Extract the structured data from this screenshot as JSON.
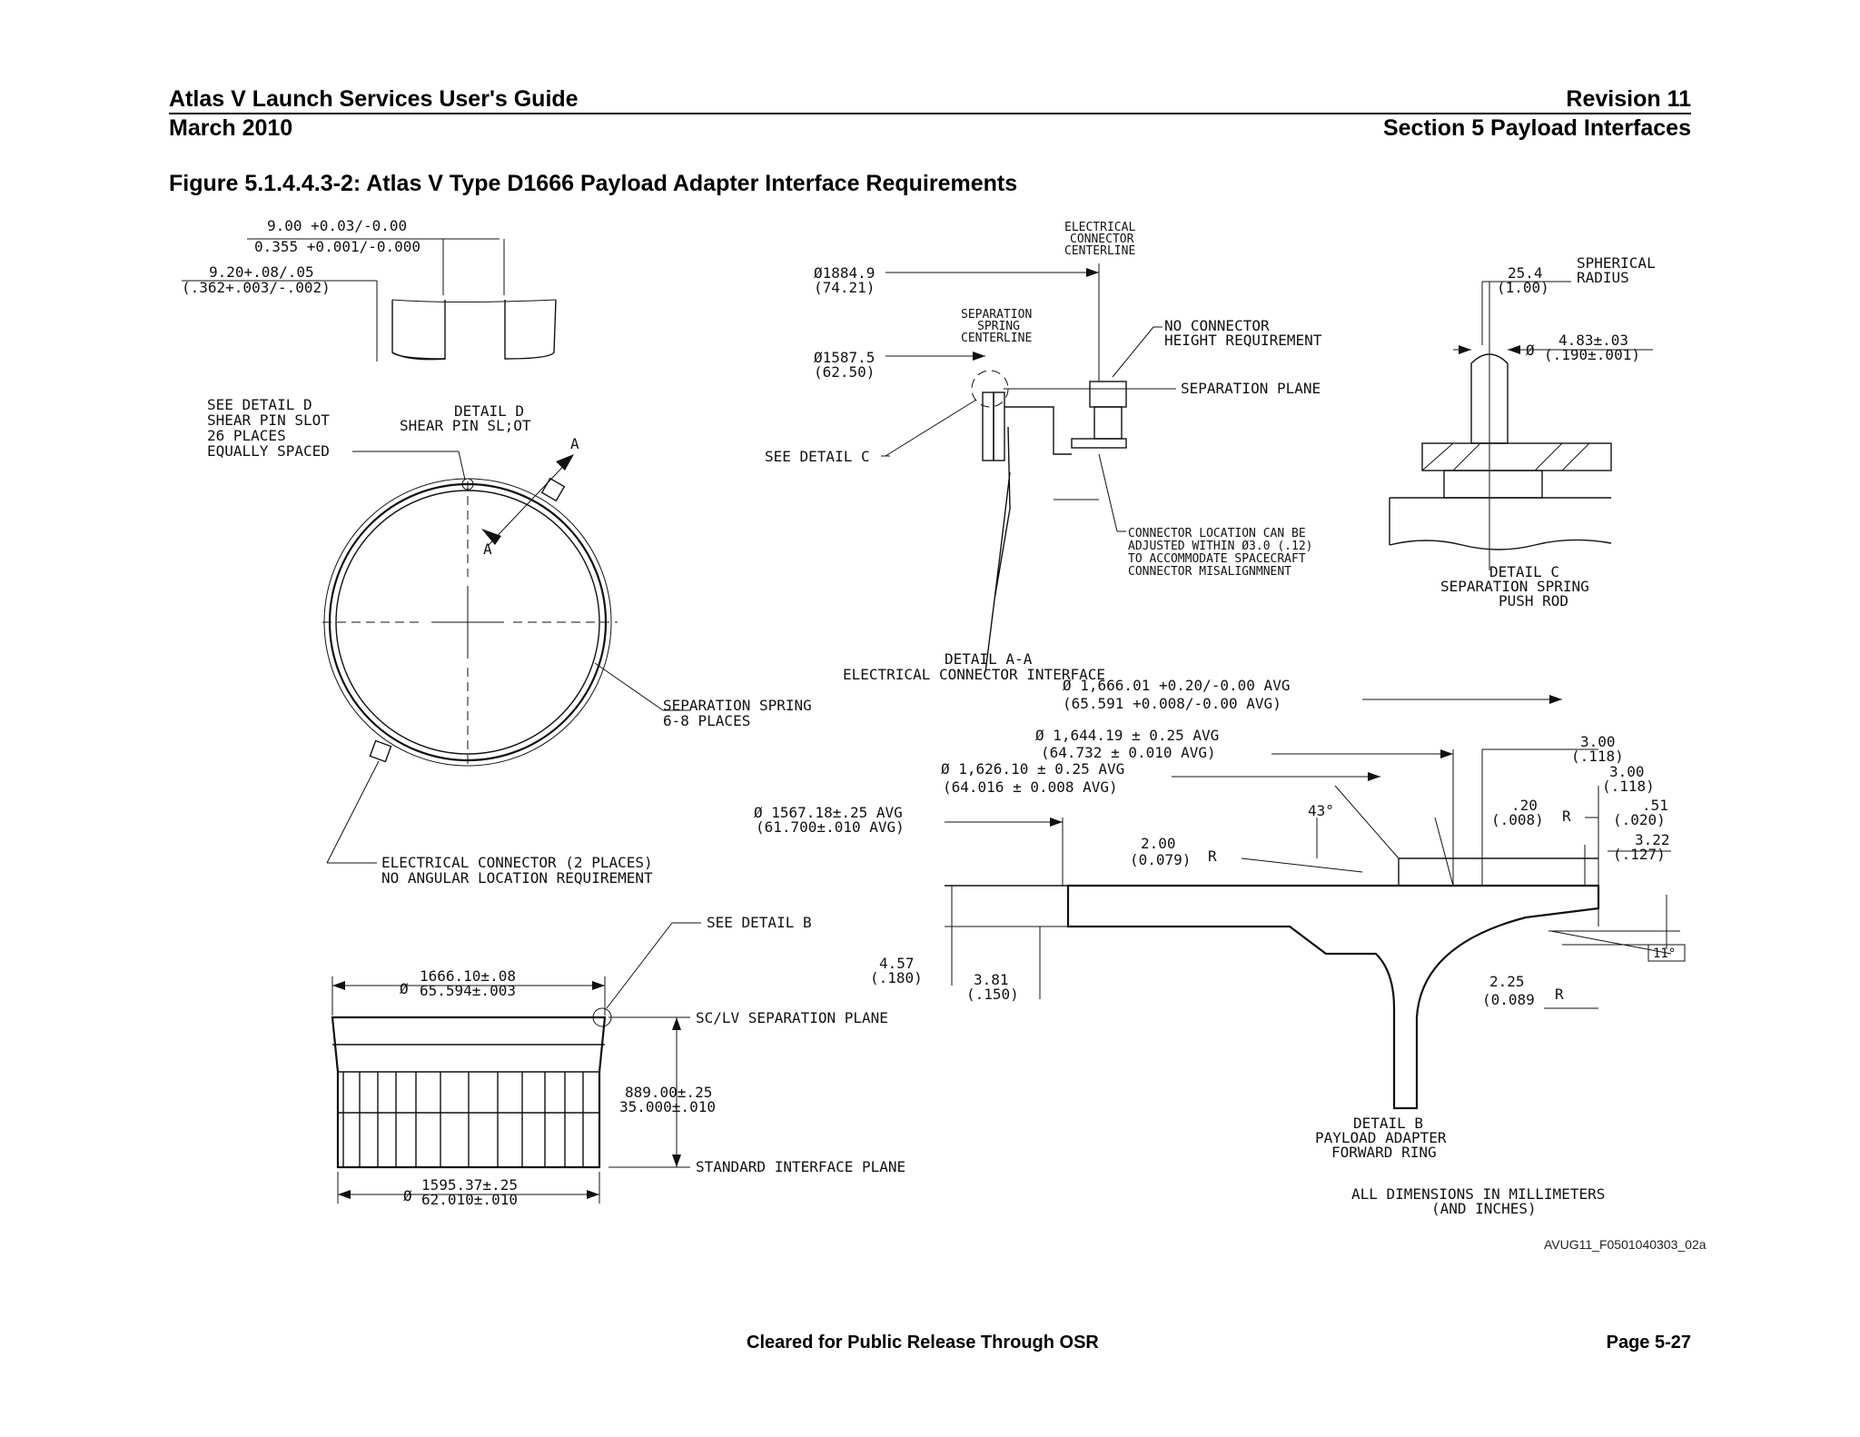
{
  "header": {
    "doc_title": "Atlas V Launch Services User's Guide",
    "revision": "Revision 11",
    "date": "March 2010",
    "section": "Section 5 Payload Interfaces"
  },
  "figure": {
    "caption": "Figure 5.1.4.4.3-2: Atlas V Type D1666 Payload Adapter Interface Requirements"
  },
  "detail_d": {
    "dim_width": "9.00 +0.03/-0.00",
    "dim_width_in": "0.355 +0.001/-0.000",
    "dim_depth": "9.20+.08/.05",
    "dim_depth_in": "(.362+.003/-.002)",
    "title": "DETAIL D",
    "subtitle": "SHEAR PIN SL;OT"
  },
  "plan_view": {
    "note_line1": "SEE DETAIL D",
    "note_line2": "SHEAR PIN SLOT",
    "note_line3": "26 PLACES",
    "note_line4": "EQUALLY SPACED",
    "section_a_top": "A",
    "section_a_bottom": "A",
    "spring_label1": "SEPARATION SPRING",
    "spring_label2": "6-8 PLACES",
    "connector_label1": "ELECTRICAL CONNECTOR (2 PLACES)",
    "connector_label2": "NO ANGULAR LOCATION REQUIREMENT"
  },
  "detail_aa": {
    "elec_cl1": "ELECTRICAL",
    "elec_cl2": "CONNECTOR",
    "elec_cl3": "CENTERLINE",
    "dia_outer": "Ø1884.9",
    "dia_outer_in": "(74.21)",
    "sep_spring_cl1": "SEPARATION",
    "sep_spring_cl2": "SPRING",
    "sep_spring_cl3": "CENTERLINE",
    "dia_inner": "Ø1587.5",
    "dia_inner_in": "(62.50)",
    "no_conn1": "NO CONNECTOR",
    "no_conn2": "HEIGHT REQUIREMENT",
    "sep_plane": "SEPARATION PLANE",
    "see_detail_c": "SEE DETAIL C",
    "conn_note1": "CONNECTOR LOCATION CAN BE",
    "conn_note2": "ADJUSTED WITHIN Ø3.0 (.12)",
    "conn_note3": "TO ACCOMMODATE SPACECRAFT",
    "conn_note4": "CONNECTOR MISALIGNMNENT",
    "title": "DETAIL A-A",
    "subtitle": "ELECTRICAL CONNECTOR INTERFACE"
  },
  "detail_c": {
    "radius": "25.4",
    "radius_in": "(1.00)",
    "radius_label1": "SPHERICAL",
    "radius_label2": "RADIUS",
    "dia_sym": "Ø",
    "dia": "4.83±.03",
    "dia_in": "(.190±.001)",
    "title": "DETAIL C",
    "subtitle1": "SEPARATION SPRING",
    "subtitle2": "PUSH ROD"
  },
  "detail_b": {
    "d1": "Ø 1,666.01 +0.20/-0.00 AVG",
    "d1_in": "(65.591 +0.008/-0.00 AVG)",
    "d2": "Ø 1,644.19 ± 0.25 AVG",
    "d2_in": "(64.732 ± 0.010 AVG)",
    "d3": "Ø 1,626.10 ± 0.25 AVG",
    "d3_in": "(64.016 ± 0.008 AVG)",
    "d4": "Ø 1567.18±.25 AVG",
    "d4_in": "(61.700±.010 AVG)",
    "angle": "43°",
    "r1": "2.00",
    "r1_in": "(0.079)",
    "r_label": "R",
    "t1": "3.00",
    "t1_in": "(.118)",
    "t2": "3.00",
    "t2_in": "(.118)",
    "t3": ".20",
    "t3_in": "(.008)",
    "t4": ".51",
    "t4_in": "(.020)",
    "t5": "3.22",
    "t5_in": "(.127)",
    "h1": "4.57",
    "h1_in": "(.180)",
    "h2": "3.81",
    "h2_in": "(.150)",
    "angle2": "11°",
    "r2": "2.25",
    "r2_in": "(0.089",
    "title1": "DETAIL B",
    "title2": "PAYLOAD ADAPTER",
    "title3": "FORWARD RING",
    "units1": "ALL DIMENSIONS IN MILLIMETERS",
    "units2": "(AND INCHES)"
  },
  "side_view": {
    "dia_top_sym": "Ø",
    "dia_top": "1666.10±.08",
    "dia_top_in": "65.594±.003",
    "see_detail_b": "SEE DETAIL B",
    "sep_plane": "SC/LV SEPARATION PLANE",
    "height": "889.00±.25",
    "height_in": "35.000±.010",
    "std_plane": "STANDARD INTERFACE PLANE",
    "dia_bot_sym": "Ø",
    "dia_bot": "1595.37±.25",
    "dia_bot_in": "62.010±.010"
  },
  "footer": {
    "doc_id": "AVUG11_F0501040303_02a",
    "release": "Cleared for Public Release Through OSR",
    "page": "Page 5-27"
  }
}
